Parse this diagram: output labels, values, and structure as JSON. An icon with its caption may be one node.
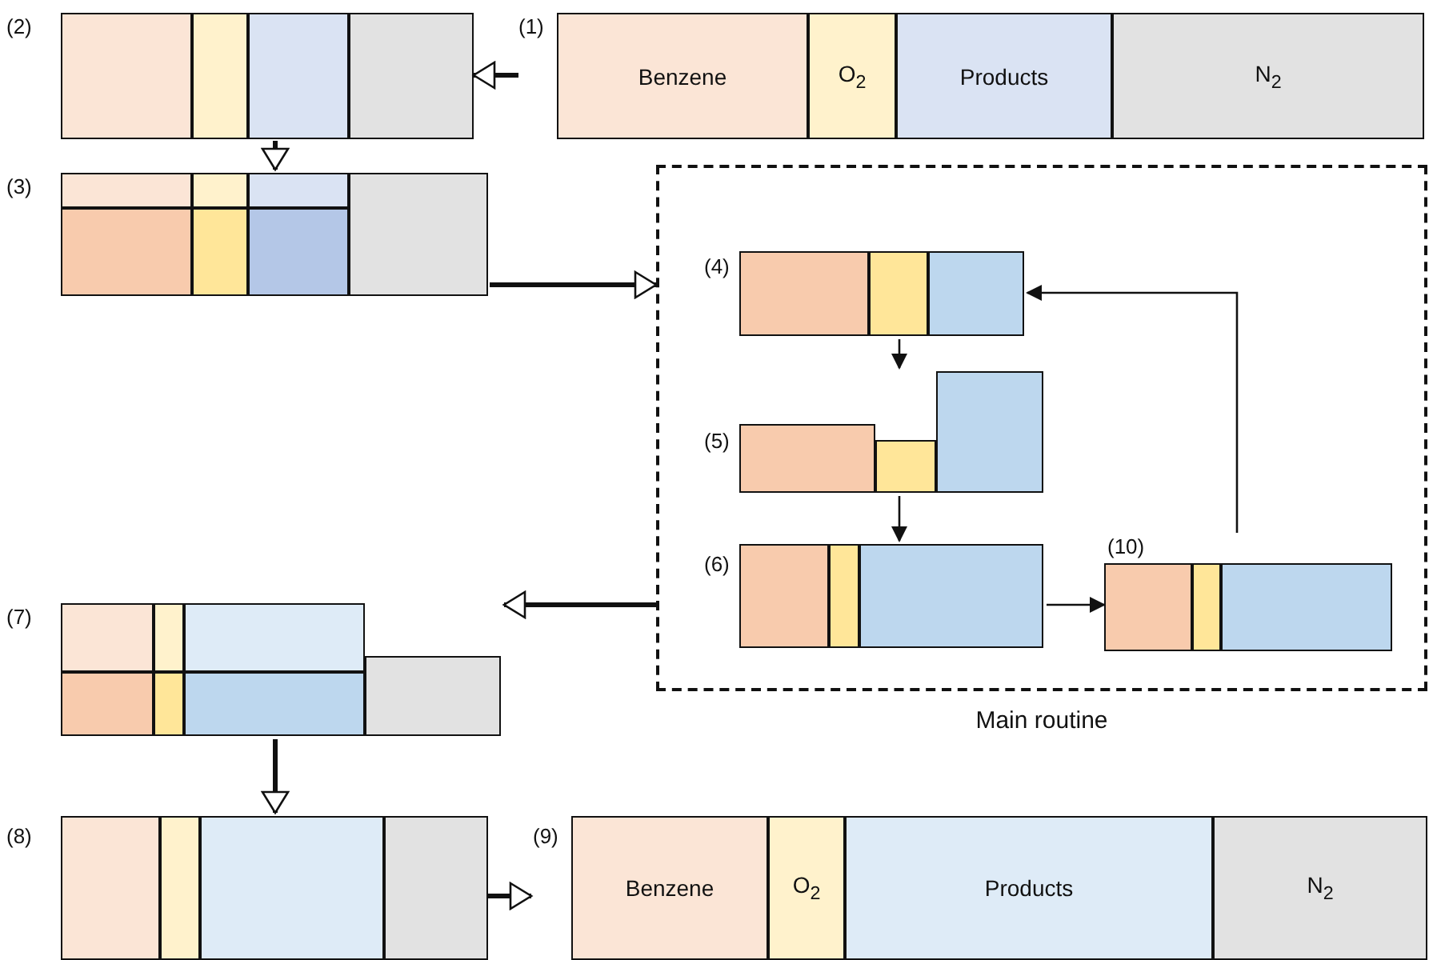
{
  "diagram": {
    "nodes": [
      {
        "text": [
          "(1)"
        ]
      },
      {
        "text": [
          "Benzene"
        ],
        "in": 0
      },
      {
        "text": [
          "O$_{2}$"
        ],
        "in": 0
      },
      {
        "text": [
          "Products"
        ],
        "in": 0
      },
      {
        "text": [
          "N$_{2}$"
        ],
        "in": 0
      },
      {
        "text": [
          "(2)"
        ]
      },
      {
        "text": [
          "(3)"
        ]
      },
      {
        "text": [
          "Main routine"
        ]
      },
      {
        "text": [
          "(4)"
        ],
        "in": 7
      },
      {
        "text": [
          "(5)"
        ],
        "in": 7
      },
      {
        "text": [
          "(6)"
        ],
        "in": 7
      },
      {
        "text": [
          "(10)"
        ],
        "in": 7
      },
      {
        "text": [
          "(7)"
        ]
      },
      {
        "text": [
          "(8)"
        ]
      },
      {
        "text": [
          "(9)"
        ]
      },
      {
        "text": [
          "Benzene"
        ],
        "in": 14
      },
      {
        "text": [
          "O$_{2}$"
        ],
        "in": 14
      },
      {
        "text": [
          "Products"
        ],
        "in": 14
      },
      {
        "text": [
          "N$_{2}$"
        ],
        "in": 14
      }
    ],
    "edges": [
      {
        "from": 0,
        "to": 5,
        "arrow": "to"
      },
      {
        "from": 5,
        "to": 6,
        "arrow": "to"
      },
      {
        "from": 6,
        "to": 7,
        "arrow": "to"
      },
      {
        "from": 7,
        "to": 12,
        "arrow": "to"
      },
      {
        "from": 8,
        "to": 9,
        "arrow": "to"
      },
      {
        "from": 9,
        "to": 10,
        "arrow": "to"
      },
      {
        "from": 10,
        "to": 11,
        "arrow": "to"
      },
      {
        "from": 11,
        "to": 8,
        "arrow": "to"
      },
      {
        "from": 12,
        "to": 13,
        "arrow": "to"
      },
      {
        "from": 13,
        "to": 14,
        "arrow": "to"
      }
    ]
  }
}
